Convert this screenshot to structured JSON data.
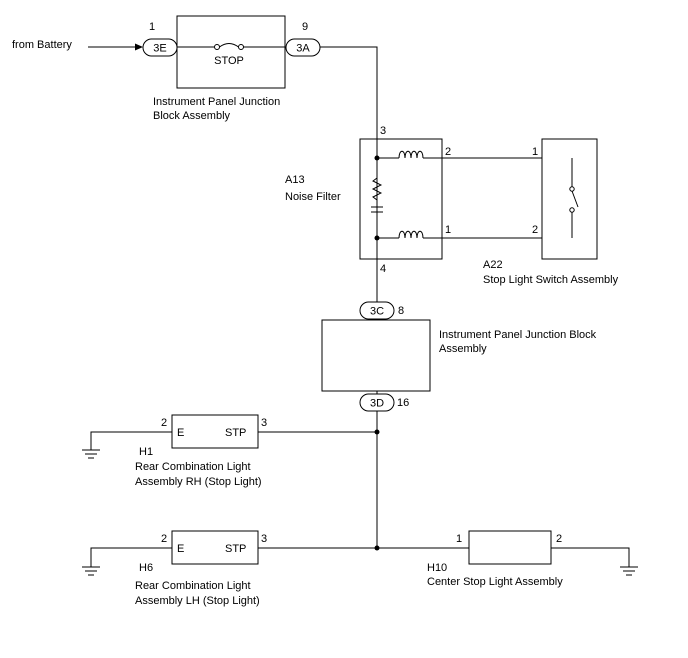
{
  "source": {
    "label": "from Battery"
  },
  "junction_block_1": {
    "name": "Instrument Panel Junction",
    "name_line2": "Block Assembly",
    "fuse_label": "STOP",
    "in_connector": "3E",
    "in_pin": "1",
    "out_connector": "3A",
    "out_pin": "9"
  },
  "noise_filter": {
    "code": "A13",
    "name": "Noise Filter",
    "pin_top": "3",
    "pin_bottom": "4",
    "pin_upper_right": "2",
    "pin_lower_right": "1"
  },
  "stop_switch": {
    "code": "A22",
    "name": "Stop Light Switch Assembly",
    "pin_top": "1",
    "pin_bottom": "2"
  },
  "junction_block_2": {
    "name": "Instrument Panel Junction Block",
    "name_line2": "Assembly",
    "in_connector": "3C",
    "in_pin": "8",
    "out_connector": "3D",
    "out_pin": "16"
  },
  "light_rh": {
    "code": "H1",
    "name": "Rear Combination Light",
    "name_line2": "Assembly RH (Stop Light)",
    "terminal_e": "E",
    "terminal_stp": "STP",
    "pin_left": "2",
    "pin_right": "3"
  },
  "light_lh": {
    "code": "H6",
    "name": "Rear Combination Light",
    "name_line2": "Assembly LH (Stop Light)",
    "terminal_e": "E",
    "terminal_stp": "STP",
    "pin_left": "2",
    "pin_right": "3"
  },
  "center_light": {
    "code": "H10",
    "name": "Center Stop Light Assembly",
    "pin_left": "1",
    "pin_right": "2"
  }
}
